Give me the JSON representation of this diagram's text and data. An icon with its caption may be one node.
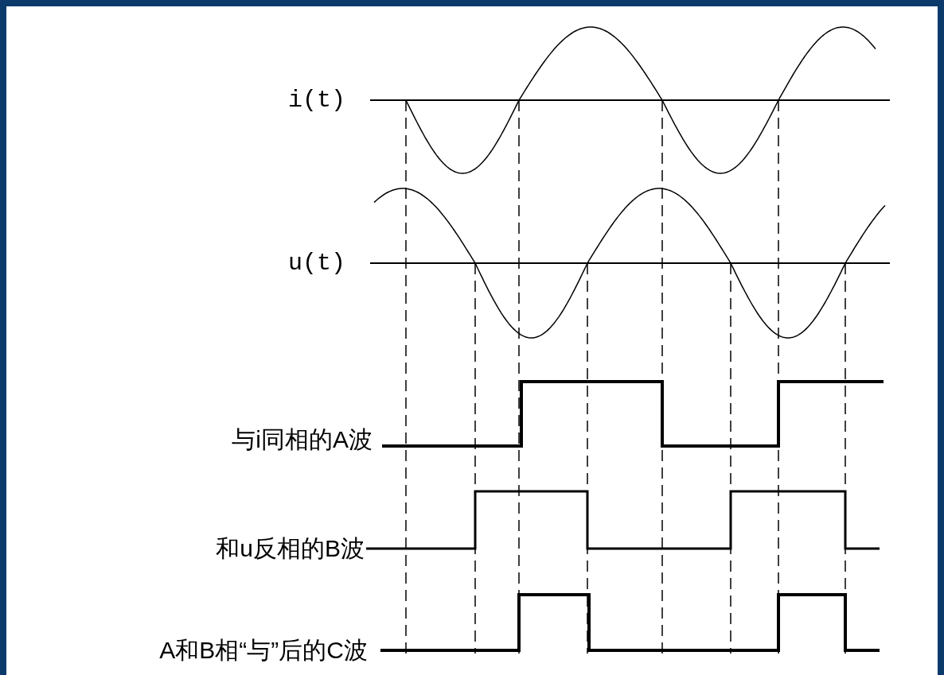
{
  "diagram": {
    "labels": [
      "i(t)",
      "u(t)",
      "与i同相的A波",
      "和u反相的B波",
      "A和B相“与”后的C波"
    ]
  }
}
